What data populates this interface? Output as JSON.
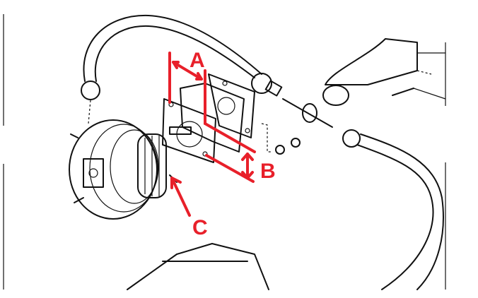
{
  "diagram": {
    "labels": {
      "a": "A",
      "b": "B",
      "c": "C"
    },
    "annotation_color": "#e8202a"
  }
}
